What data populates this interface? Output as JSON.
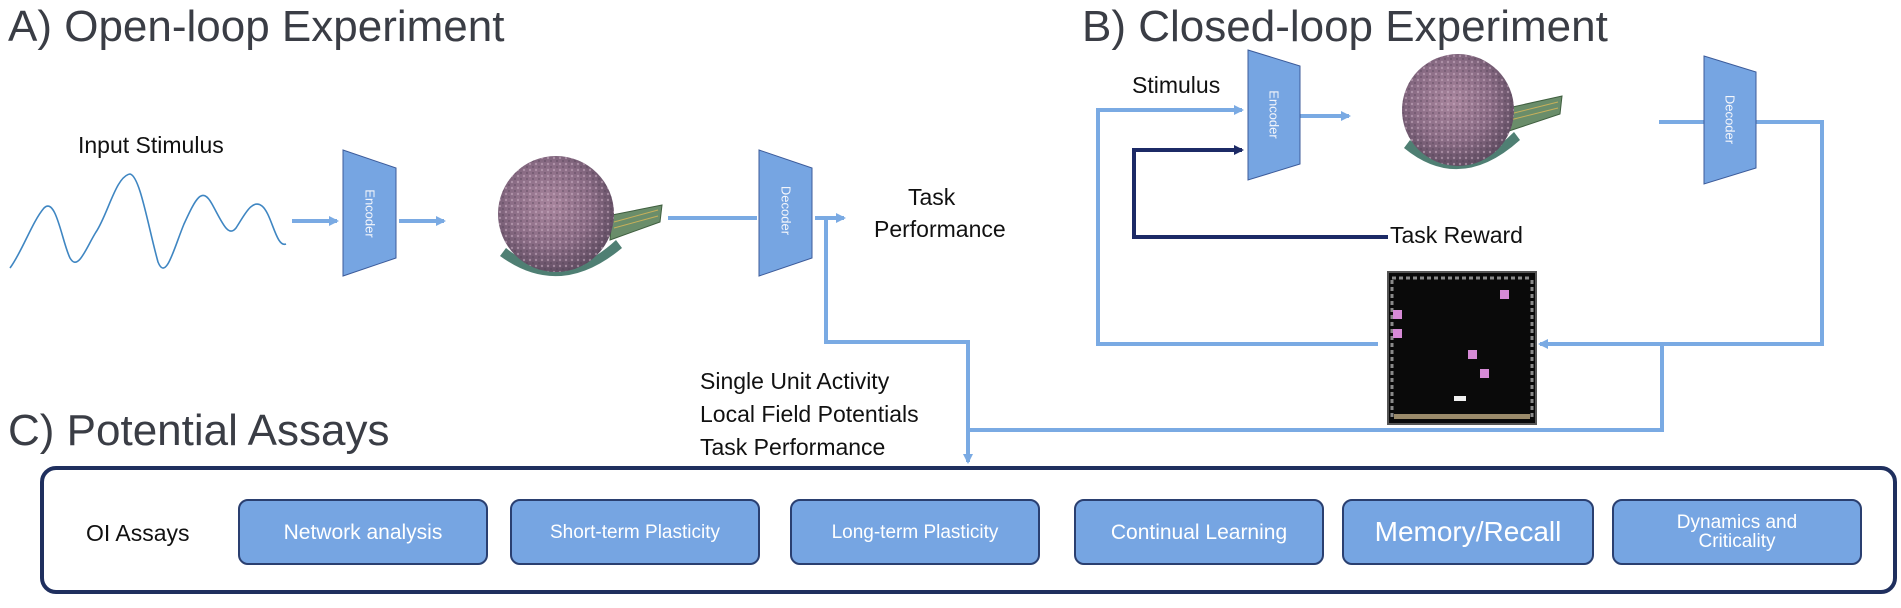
{
  "panels": {
    "a_title": "A) Open-loop Experiment",
    "b_title": "B) Closed-loop Experiment",
    "c_title": "C) Potential Assays"
  },
  "open_loop": {
    "input_label": "Input Stimulus",
    "encoder": "Encoder",
    "decoder": "Decoder",
    "task_line1": "Task",
    "task_line2": "Performance",
    "readouts": [
      "Single Unit Activity",
      "Local Field Potentials",
      "Task Performance"
    ]
  },
  "closed_loop": {
    "stimulus": "Stimulus",
    "encoder": "Encoder",
    "decoder": "Decoder",
    "reward": "Task Reward"
  },
  "assays": {
    "label": "OI Assays",
    "items": [
      "Network analysis",
      "Short-term Plasticity",
      "Long-term Plasticity",
      "Continual Learning",
      "Memory/Recall",
      "Dynamics and Criticality"
    ]
  },
  "colors": {
    "arrow": "#7aaae3",
    "dark_arrow": "#1c2a66",
    "box": "#76a5e2",
    "frame": "#1f2f5e"
  }
}
